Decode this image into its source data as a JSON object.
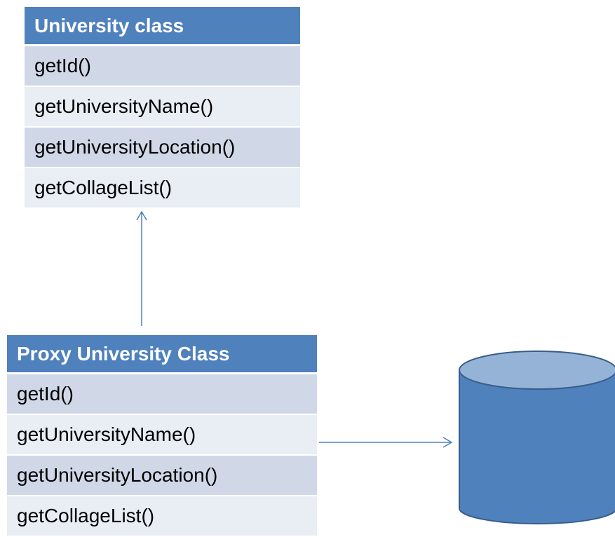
{
  "university_class": {
    "title": "University class",
    "methods": [
      "getId()",
      "getUniversityName()",
      "getUniversityLocation()",
      "getCollageList()"
    ]
  },
  "proxy_class": {
    "title": "Proxy University Class",
    "methods": [
      "getId()",
      "getUniversityName()",
      "getUniversityLocation()",
      "getCollageList()"
    ]
  },
  "colors": {
    "header": "#4f81bd",
    "row_dark": "#d0d8e8",
    "row_light": "#e9edf4",
    "arrow": "#4f81bd",
    "database_body": "#4f81bd",
    "database_top": "#95b3d7",
    "database_outline": "#385d8a"
  }
}
